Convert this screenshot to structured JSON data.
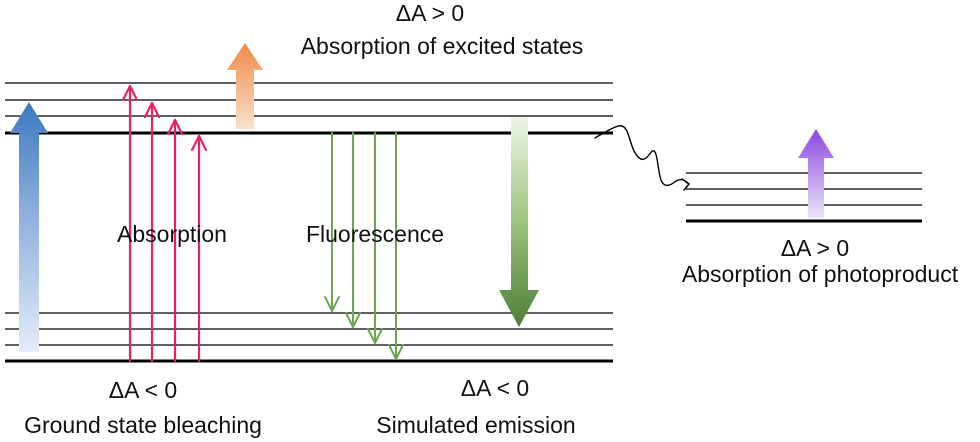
{
  "labels": {
    "top_delta": "ΔA > 0",
    "top_caption": "Absorption of excited states",
    "absorption": "Absorption",
    "fluorescence": "Fluorescence",
    "right_delta": "ΔA > 0",
    "right_caption": "Absorption of photoproduct",
    "left_delta": "ΔA < 0",
    "left_caption": "Ground state bleaching",
    "mid_delta": "ΔA < 0",
    "mid_caption": "Simulated emission"
  },
  "colors": {
    "level_line": "#000000",
    "ground_bleach_arrow": "#3c79c0",
    "excited_absorption_arrow": "#ef8a48",
    "absorption_arrows": "#e8206a",
    "fluorescence_arrows": "#6aa84f",
    "stimulated_emission_arrow": "#4e7d36",
    "photoproduct_arrow": "#8a46e0"
  },
  "icons": {
    "transfer": "wavy-arrow-icon"
  }
}
